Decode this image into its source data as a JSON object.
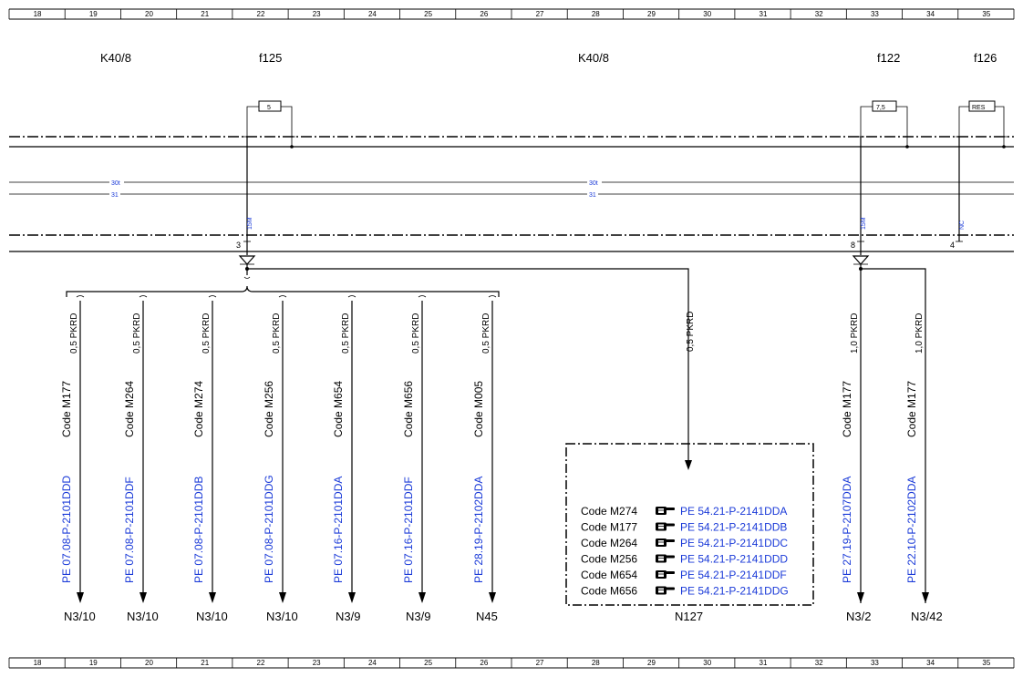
{
  "ruler": {
    "numbers": [
      "18",
      "19",
      "20",
      "21",
      "22",
      "23",
      "24",
      "25",
      "26",
      "27",
      "28",
      "29",
      "30",
      "31",
      "32",
      "33",
      "34",
      "35"
    ]
  },
  "components": {
    "k40_left": "K40/8",
    "f125": "f125",
    "k40_right": "K40/8",
    "f122": "f122",
    "f126": "f126"
  },
  "fuses": {
    "f125_value": "5",
    "f122_value": "7,5",
    "f126_value": "RES"
  },
  "bus_labels": {
    "l30t_left": "30t",
    "l31_left": "31",
    "l30t_right": "30t",
    "l31_right": "31",
    "m15_left": "15M",
    "m15_right": "15M",
    "nc": "NC"
  },
  "pins": {
    "pin3": "3",
    "pin8": "8",
    "pin4": "4"
  },
  "branches": [
    {
      "wire": "0,5 PKRD",
      "code": "Code M177",
      "ref": "PE 07.08-P-2101DDD",
      "dest": "N3/10"
    },
    {
      "wire": "0,5 PKRD",
      "code": "Code M264",
      "ref": "PE 07.08-P-2101DDF",
      "dest": "N3/10"
    },
    {
      "wire": "0,5 PKRD",
      "code": "Code M274",
      "ref": "PE 07.08-P-2101DDB",
      "dest": "N3/10"
    },
    {
      "wire": "0,5 PKRD",
      "code": "Code M256",
      "ref": "PE 07.08-P-2101DDG",
      "dest": "N3/10"
    },
    {
      "wire": "0,5 PKRD",
      "code": "Code M654",
      "ref": "PE 07.16-P-2101DDA",
      "dest": "N3/9"
    },
    {
      "wire": "0,5 PKRD",
      "code": "Code M656",
      "ref": "PE 07.16-P-2101DDF",
      "dest": "N3/9"
    },
    {
      "wire": "0,5 PKRD",
      "code": "Code M005",
      "ref": "PE 28.19-P-2102DDA",
      "dest": "N45"
    }
  ],
  "n127": {
    "wire": "0,5 PKRD",
    "dest": "N127",
    "rows": [
      {
        "code": "Code M274",
        "ref": "PE 54.21-P-2141DDA"
      },
      {
        "code": "Code M177",
        "ref": "PE 54.21-P-2141DDB"
      },
      {
        "code": "Code M264",
        "ref": "PE 54.21-P-2141DDC"
      },
      {
        "code": "Code M256",
        "ref": "PE 54.21-P-2141DDD"
      },
      {
        "code": "Code M654",
        "ref": "PE 54.21-P-2141DDF"
      },
      {
        "code": "Code M656",
        "ref": "PE 54.21-P-2141DDG"
      }
    ]
  },
  "right_branches": [
    {
      "wire": "1,0 PKRD",
      "code": "Code M177",
      "ref": "PE 27.19-P-2107DDA",
      "dest": "N3/2"
    },
    {
      "wire": "1,0 PKRD",
      "code": "Code M177",
      "ref": "PE 22.10-P-2102DDA",
      "dest": "N3/42"
    }
  ]
}
